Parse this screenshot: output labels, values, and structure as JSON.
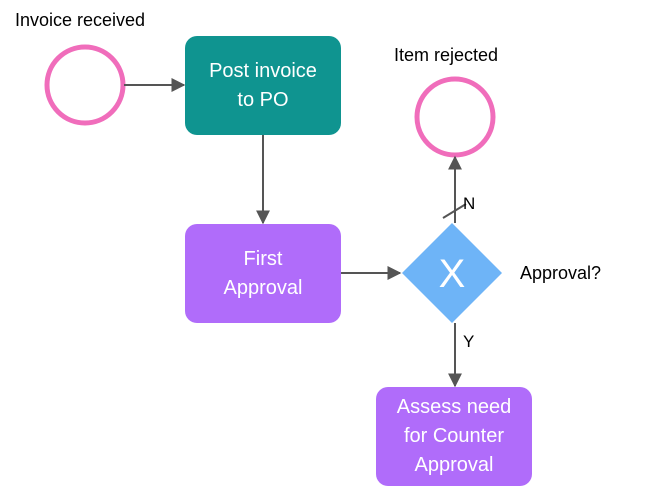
{
  "events": {
    "start_label": "Invoice received",
    "end_label": "Item rejected"
  },
  "tasks": {
    "post_invoice": "Post invoice\nto PO",
    "first_approval": "First\nApproval",
    "assess_need": "Assess need\nfor Counter\nApproval"
  },
  "gateway": {
    "symbol": "X",
    "question": "Approval?",
    "no_label": "N",
    "yes_label": "Y"
  },
  "colors": {
    "event_ring": "#f06dbb",
    "post_invoice_fill": "#0f9490",
    "approval_fill": "#b06cfa",
    "gateway_fill": "#6eb4f7",
    "connector": "#555555"
  }
}
